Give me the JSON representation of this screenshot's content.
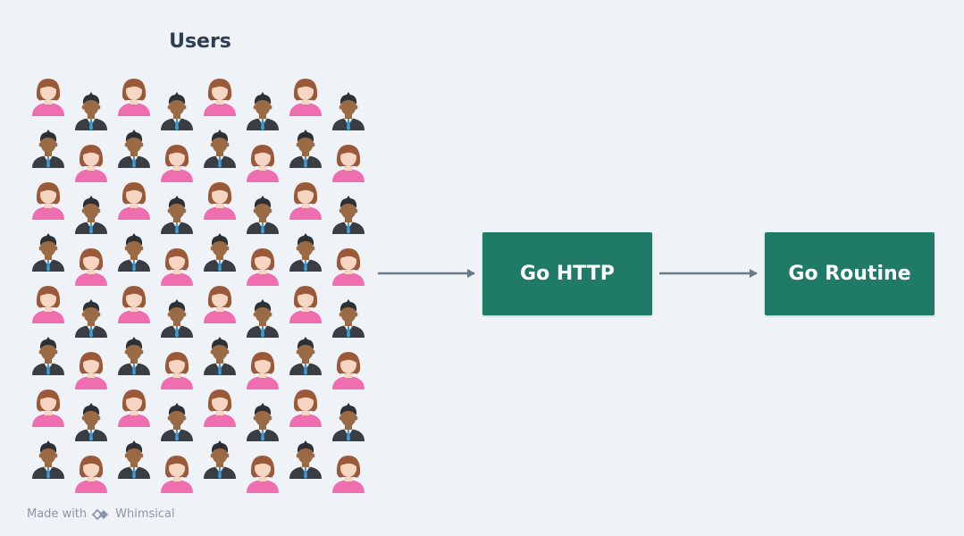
{
  "users": {
    "title": "Users"
  },
  "nodes": [
    {
      "label": "Go HTTP"
    },
    {
      "label": "Go Routine"
    }
  ],
  "footer": {
    "made_with": "Made with",
    "brand": "Whimsical"
  },
  "colors": {
    "background": "#eff2f6",
    "box_fill": "#1f7a67",
    "arrow": "#6b7a89",
    "woman_shirt": "#ef6eb0",
    "woman_hair": "#9a5a3a",
    "skin": "#f6d5c2",
    "man_skin": "#9a6a45",
    "man_hair": "#2d3136",
    "suit": "#3a3e44",
    "tie": "#3d9bd4"
  },
  "crowd": {
    "columns": 8,
    "rows": [
      [
        "woman",
        "man",
        "woman",
        "man",
        "woman",
        "man",
        "woman",
        "man"
      ],
      [
        "man",
        "woman",
        "man",
        "woman",
        "man",
        "woman",
        "man",
        "woman"
      ],
      [
        "woman",
        "man",
        "woman",
        "man",
        "woman",
        "man",
        "woman",
        "man"
      ],
      [
        "man",
        "woman",
        "man",
        "woman",
        "man",
        "woman",
        "man",
        "woman"
      ],
      [
        "woman",
        "man",
        "woman",
        "man",
        "woman",
        "man",
        "woman",
        "man"
      ],
      [
        "man",
        "woman",
        "man",
        "woman",
        "man",
        "woman",
        "man",
        "woman"
      ],
      [
        "woman",
        "man",
        "woman",
        "man",
        "woman",
        "man",
        "woman",
        "man"
      ],
      [
        "man",
        "woman",
        "man",
        "woman",
        "man",
        "woman",
        "man",
        "woman"
      ]
    ]
  }
}
